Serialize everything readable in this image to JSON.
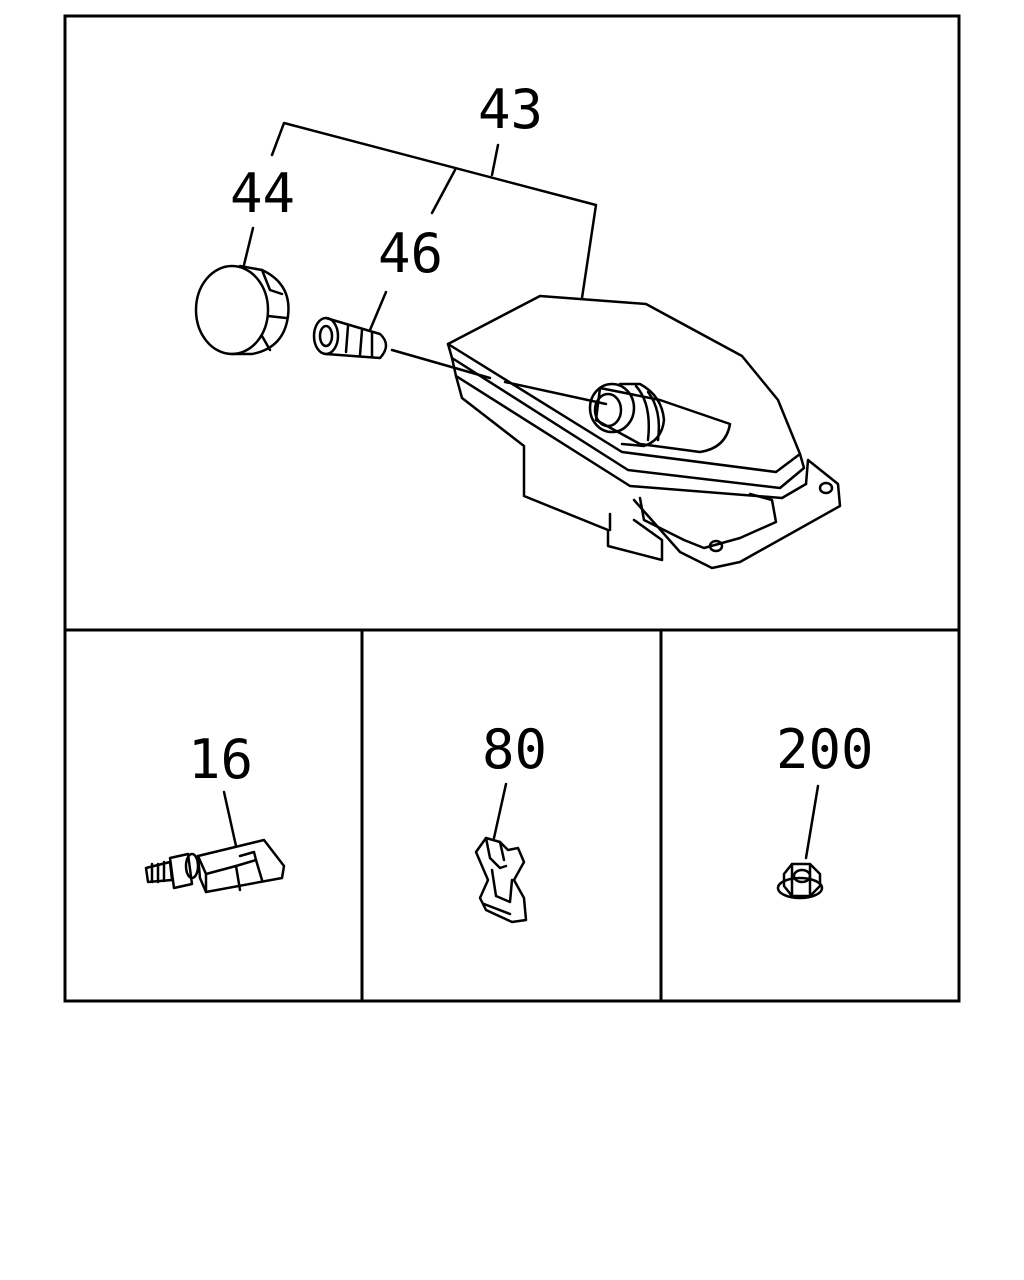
{
  "diagram": {
    "main_assembly": {
      "callouts": {
        "assembly": "43",
        "cap": "44",
        "bulb": "46"
      }
    },
    "parts": [
      {
        "label": "16"
      },
      {
        "label": "80"
      },
      {
        "label": "200"
      }
    ]
  },
  "colors": {
    "line": "#000000",
    "background": "#ffffff"
  }
}
